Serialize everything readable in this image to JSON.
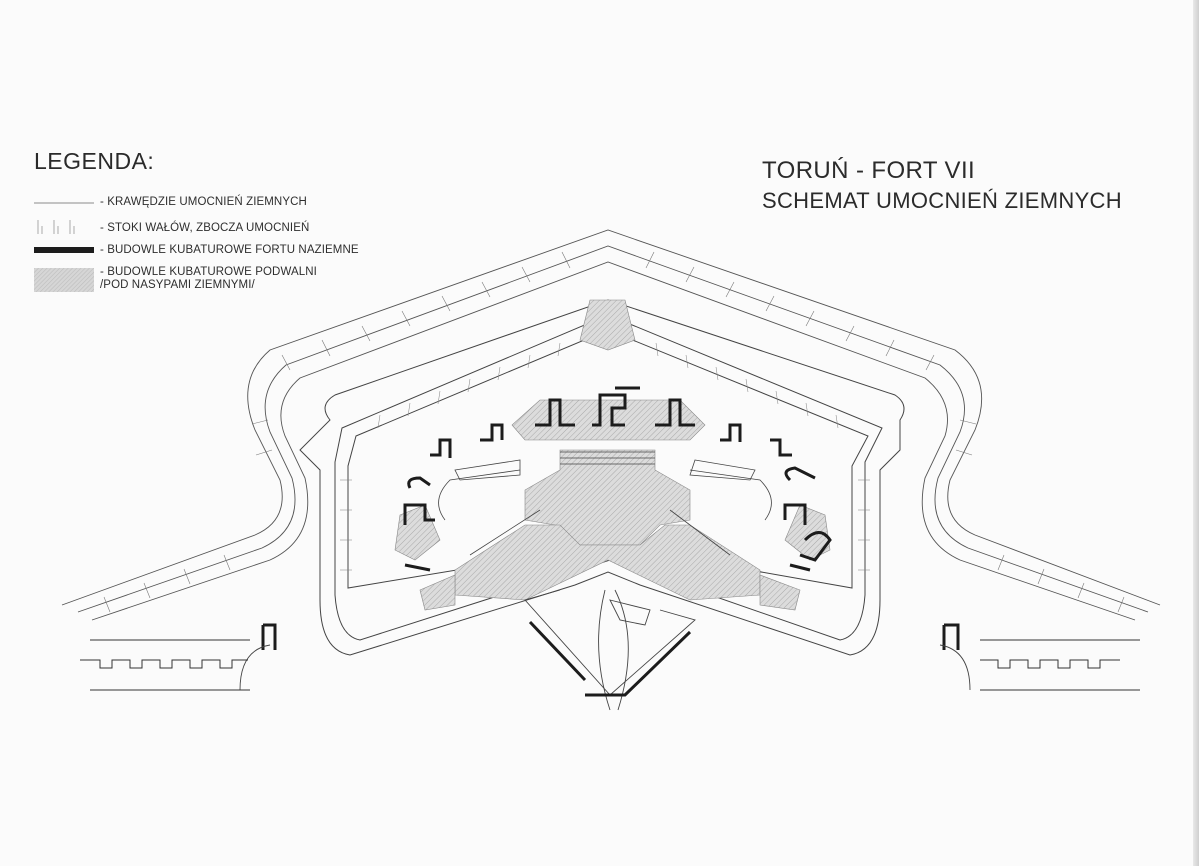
{
  "legend": {
    "title": "LEGENDA:",
    "items": [
      {
        "label": "- KRAWĘDZIE UMOCNIEŃ ZIEMNYCH",
        "symbol": "thin-line"
      },
      {
        "label": "- STOKI WAŁÓW, ZBOCZA UMOCNIEŃ",
        "symbol": "slope-ticks"
      },
      {
        "label": "- BUDOWLE KUBATUROWE FORTU NAZIEMNE",
        "symbol": "thick-bar"
      },
      {
        "label": "- BUDOWLE KUBATUROWE PODWALNI\n/POD NASYPAMI ZIEMNYMI/",
        "symbol": "hatched-area"
      }
    ]
  },
  "title": {
    "line1": "TORUŃ - FORT VII",
    "line2": "SCHEMAT UMOCNIEŃ ZIEMNYCH"
  },
  "colors": {
    "line": "#4a4a4a",
    "structure": "#1c1c1c",
    "hatch": "#bdbdbd",
    "paper": "#fbfbfb"
  }
}
